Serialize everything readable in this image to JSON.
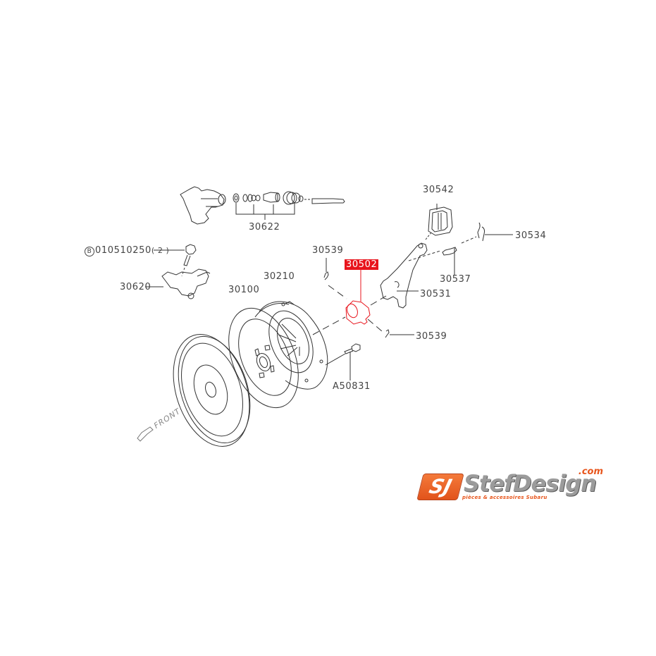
{
  "diagram": {
    "title": "Clutch assembly exploded parts diagram",
    "highlight_color": "#e8141c",
    "line_color": "#333333",
    "parts": [
      {
        "id": "p30622",
        "number": "30622",
        "desc": "master cylinder internal kit"
      },
      {
        "id": "p010510250",
        "prefix": "B",
        "number": "010510250",
        "qty": "( 2 )",
        "desc": "bolt"
      },
      {
        "id": "p30620",
        "number": "30620",
        "desc": "operating cylinder"
      },
      {
        "id": "p30210",
        "number": "30210",
        "desc": "clutch cover"
      },
      {
        "id": "p30100",
        "number": "30100",
        "desc": "clutch disc"
      },
      {
        "id": "p30539a",
        "number": "30539",
        "desc": "clip (upper)"
      },
      {
        "id": "p30502",
        "number": "30502",
        "desc": "release bearing",
        "highlighted": true
      },
      {
        "id": "p30542",
        "number": "30542",
        "desc": "boot"
      },
      {
        "id": "p30534",
        "number": "30534",
        "desc": "spring"
      },
      {
        "id": "p30537",
        "number": "30537",
        "desc": "pivot"
      },
      {
        "id": "p30531",
        "number": "30531",
        "desc": "release lever"
      },
      {
        "id": "p30539b",
        "number": "30539",
        "desc": "clip (lower)"
      },
      {
        "id": "pA50831",
        "number": "A50831",
        "desc": "bolt"
      }
    ],
    "labels": {
      "l30622": "30622",
      "l010510250_prefix": "B",
      "l010510250": "010510250",
      "l010510250_qty": "( 2 )",
      "l30620": "30620",
      "l30210": "30210",
      "l30100": "30100",
      "l30539_top": "30539",
      "l30502": "30502",
      "l30542": "30542",
      "l30534": "30534",
      "l30537": "30537",
      "l30531": "30531",
      "l30539_bottom": "30539",
      "lA50831": "A50831",
      "front": "FRONT"
    }
  },
  "logo": {
    "mark": "SJ",
    "name": "StefDesign",
    "tld": ".com",
    "tagline": "pièces & accessoires Subaru",
    "accent": "#e8561d",
    "name_color": "#9b9b9b"
  }
}
